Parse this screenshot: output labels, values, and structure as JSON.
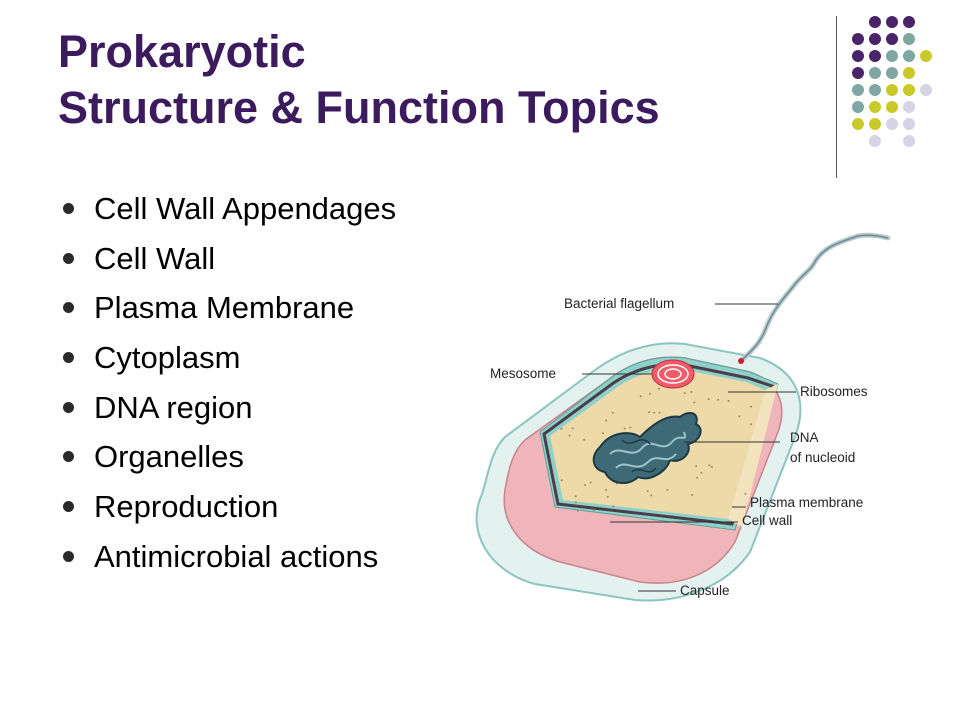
{
  "title": {
    "line1": "Prokaryotic",
    "line2": "Structure & Function Topics"
  },
  "bullets": [
    "Cell Wall Appendages",
    "Cell Wall",
    "Plasma Membrane",
    "Cytoplasm",
    "DNA region",
    "Organelles",
    "Reproduction",
    "Antimicrobial actions"
  ],
  "diagram": {
    "labels": {
      "flagellum": "Bacterial flagellum",
      "mesosome": "Mesosome",
      "ribosomes": "Ribosomes",
      "dna_line1": "DNA",
      "dna_line2": "of nucleoid",
      "plasma_membrane": "Plasma membrane",
      "cell_wall": "Cell wall",
      "capsule": "Capsule"
    }
  },
  "colors": {
    "title": "#3b1a5e",
    "dot_purple": "#4a2368",
    "dot_teal": "#7fa6a3",
    "dot_yellow": "#c9c92a",
    "dot_lavender": "#d6d4e4"
  }
}
